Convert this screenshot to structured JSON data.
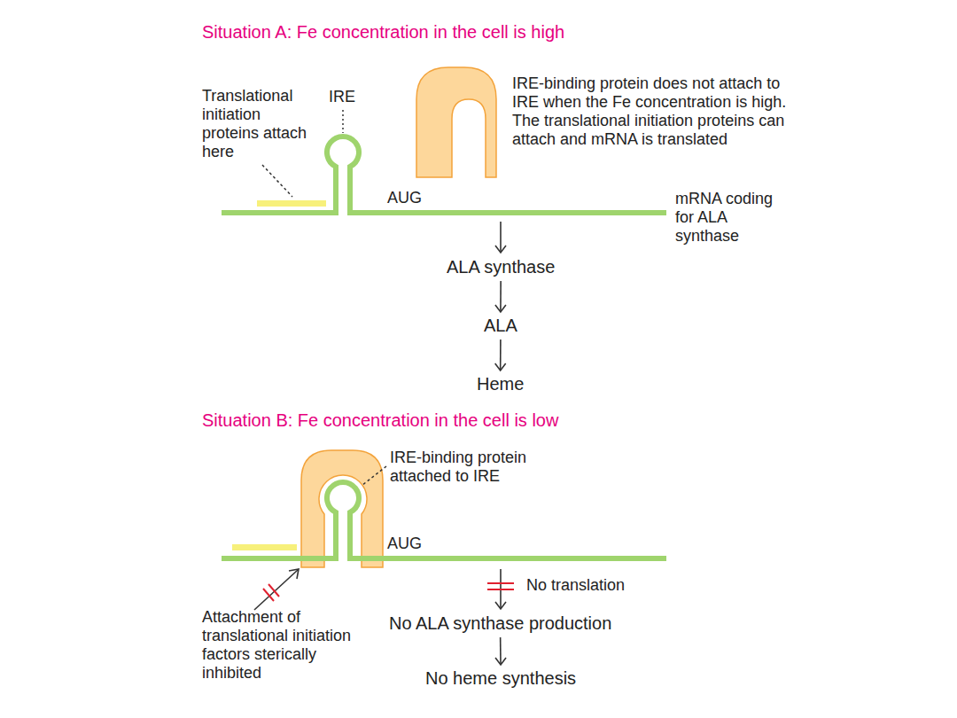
{
  "diagram": {
    "nodes": [
      {
        "text": [
          "ALA synthase"
        ]
      },
      {
        "text": [
          "ALA"
        ]
      },
      {
        "text": [
          "Heme"
        ]
      },
      {
        "text": [
          "No ALA synthase production"
        ]
      },
      {
        "text": [
          "No heme synthesis"
        ]
      }
    ],
    "edges": [
      {
        "from": 0,
        "to": 1,
        "arrow": "to"
      },
      {
        "from": 1,
        "to": 2,
        "arrow": "to"
      },
      {
        "from": 3,
        "to": 4,
        "arrow": "to"
      }
    ],
    "labels": [
      "Situation A: Fe concentration in the cell is high",
      "Translational initiation proteins attach here",
      "IRE",
      "IRE-binding protein does not attach to IRE when the Fe concentration is high. The translational initiation proteins can attach and mRNA is translated",
      "AUG",
      "mRNA coding for ALA synthase",
      "Situation B: Fe concentration in the cell is low",
      "IRE-binding protein attached to IRE",
      "AUG",
      "Attachment of translational initiation factors sterically inhibited",
      "No translation"
    ]
  }
}
